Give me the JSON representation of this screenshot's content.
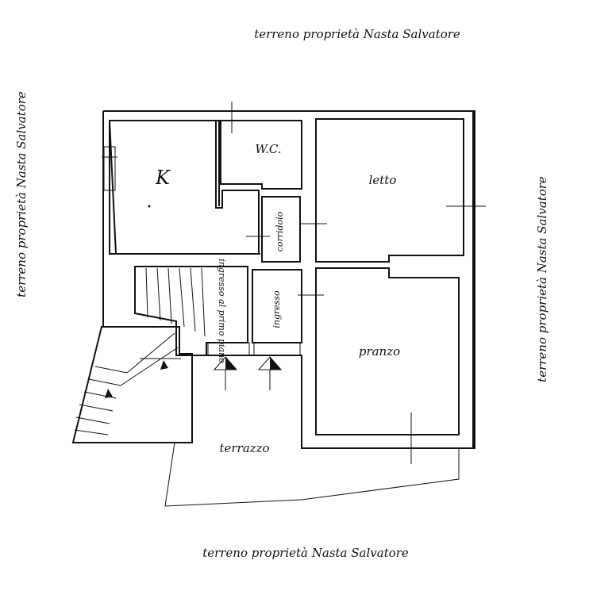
{
  "plan": {
    "surroundings": {
      "top": "terreno proprietà Nasta Salvatore",
      "left": "terreno proprietà Nasta Salvatore",
      "right": "terreno proprietà Nasta Salvatore",
      "bottom": "terreno proprietà Nasta Salvatore"
    },
    "rooms": {
      "kitchen": "K",
      "wc": "W.C.",
      "bedroom": "letto",
      "corridor": "corridoio",
      "entrance": "ingresso",
      "stair_access": "ingresso al primo piano",
      "dining": "pranzo",
      "terrace": "terrazzo"
    }
  }
}
